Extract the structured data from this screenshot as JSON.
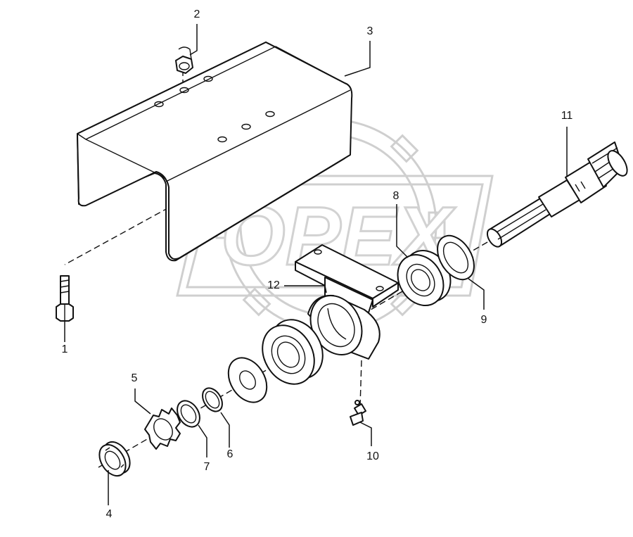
{
  "watermark": {
    "text": "OPEX",
    "color": "#d2d2d2"
  },
  "callouts": [
    {
      "id": "1",
      "label": "1"
    },
    {
      "id": "2",
      "label": "2"
    },
    {
      "id": "3",
      "label": "3"
    },
    {
      "id": "4",
      "label": "4"
    },
    {
      "id": "5",
      "label": "5"
    },
    {
      "id": "6",
      "label": "6"
    },
    {
      "id": "7",
      "label": "7"
    },
    {
      "id": "8",
      "label": "8"
    },
    {
      "id": "9",
      "label": "9"
    },
    {
      "id": "10",
      "label": "10"
    },
    {
      "id": "11",
      "label": "11"
    },
    {
      "id": "12",
      "label": "12"
    }
  ],
  "colors": {
    "ink": "#111111",
    "background": "#ffffff",
    "watermark": "#d2d2d2"
  }
}
